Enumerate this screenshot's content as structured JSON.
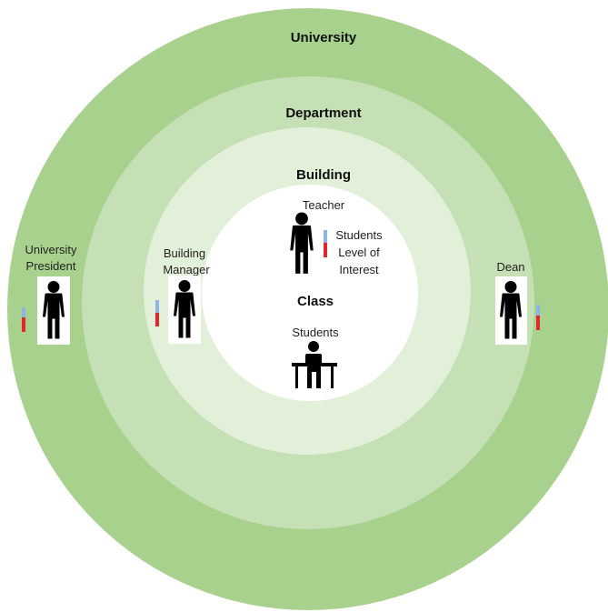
{
  "rings": {
    "university": {
      "label": "University",
      "color": "#a9d18e"
    },
    "department": {
      "label": "Department",
      "color": "#c5e0b4"
    },
    "building": {
      "label": "Building",
      "color": "#e2f0d9"
    },
    "class": {
      "label": "Class",
      "color": "#ffffff"
    }
  },
  "people": {
    "university_president": {
      "line1": "University",
      "line2": "President"
    },
    "building_manager": {
      "line1": "Building",
      "line2": "Manager"
    },
    "dean": {
      "label": "Dean"
    },
    "teacher": {
      "label": "Teacher"
    },
    "students": {
      "label": "Students"
    }
  },
  "legend": {
    "line1": "Students",
    "line2": "Level of",
    "line3": "Interest"
  },
  "colors": {
    "figure": "#000000",
    "interest_high": "#e3262b",
    "interest_low": "#8eb4e3"
  },
  "icons": {
    "person": "person-icon",
    "student_at_desk": "student-at-desk-icon",
    "interest_meter": "interest-meter-icon"
  }
}
